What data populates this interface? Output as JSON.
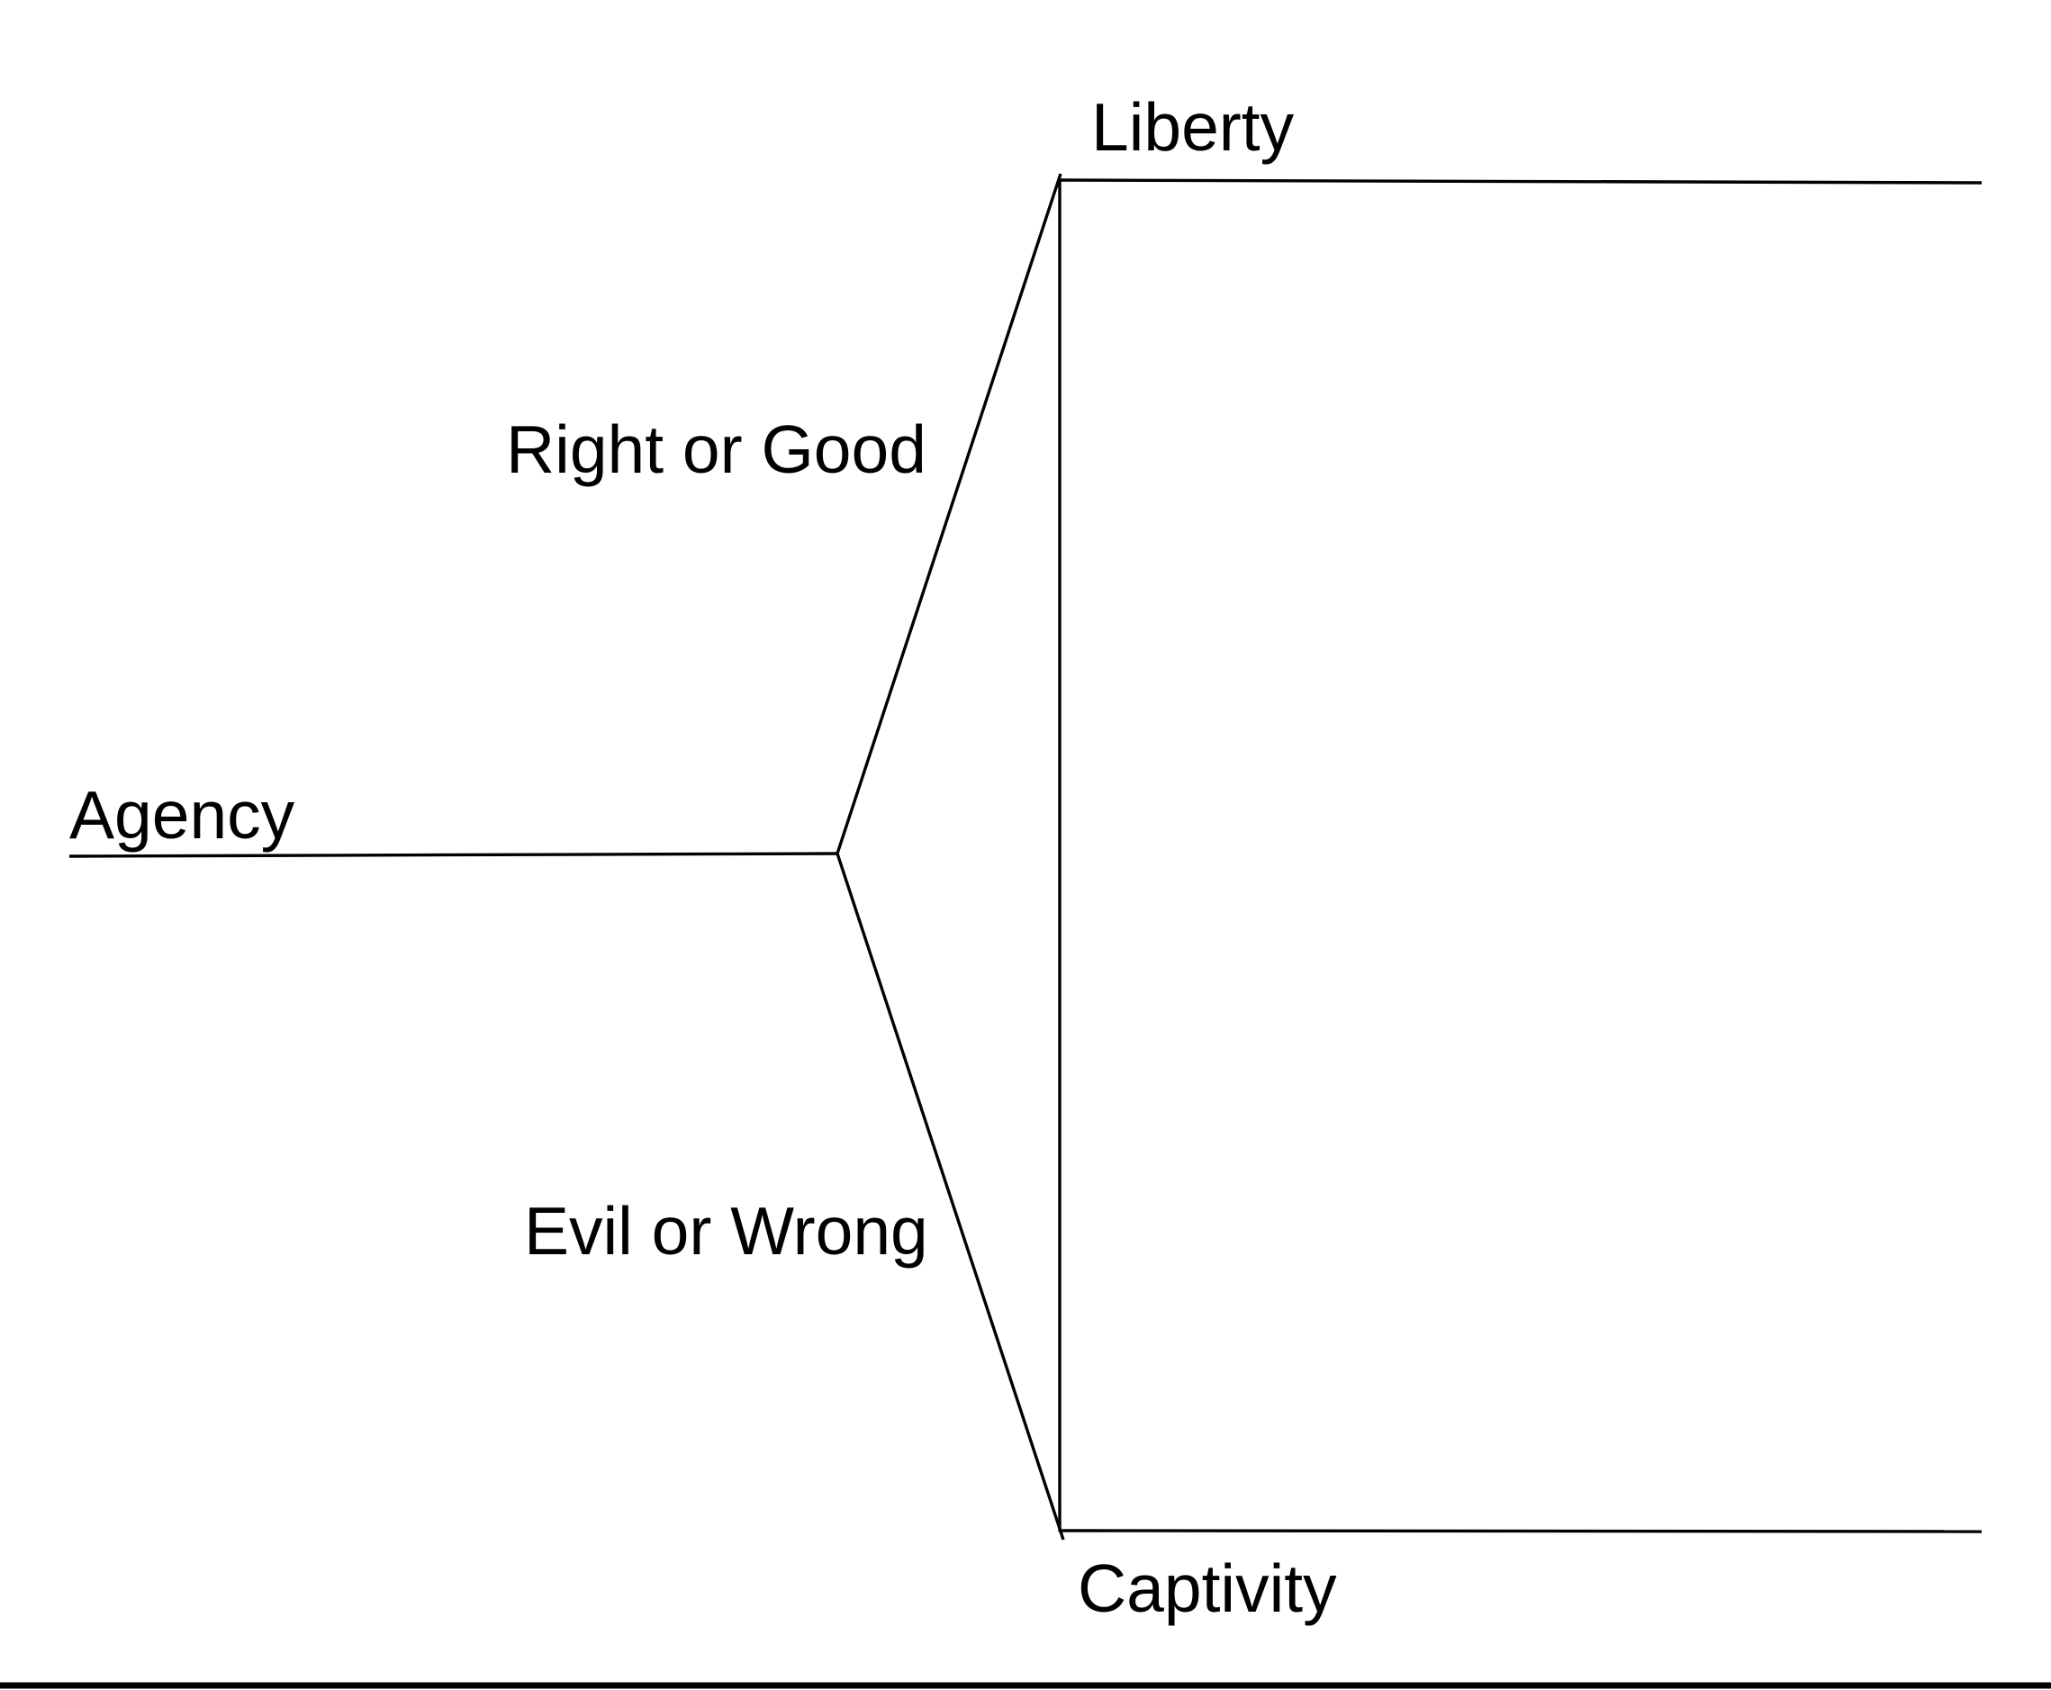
{
  "colors": {
    "ink": "#000000",
    "paper": "#ffffff"
  },
  "diagram": {
    "root": {
      "label": "Agency"
    },
    "branches": [
      {
        "path_label": "Right or Good",
        "outcome_label": "Liberty"
      },
      {
        "path_label": "Evil or Wrong",
        "outcome_label": "Captivity"
      }
    ]
  }
}
